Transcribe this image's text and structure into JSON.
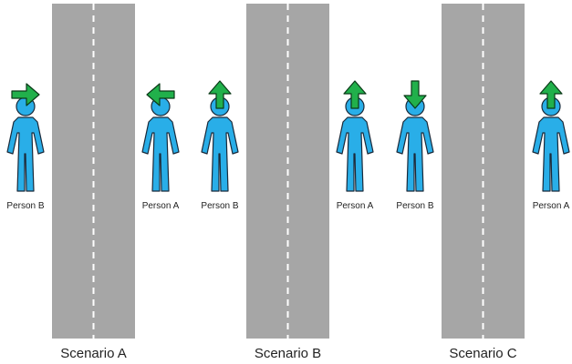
{
  "colors": {
    "road": "#a6a6a6",
    "road_line": "#ffffff",
    "person_fill": "#29aee8",
    "person_stroke": "#1a2a3a",
    "arrow_fill": "#21b04b",
    "arrow_stroke": "#0b3a18"
  },
  "scenarios": [
    {
      "label": "Scenario A",
      "left_person": {
        "label": "Person B",
        "arrow": "right",
        "arrow_icon": "arrow-right-icon"
      },
      "right_person": {
        "label": "Person A",
        "arrow": "left",
        "arrow_icon": "arrow-left-icon"
      }
    },
    {
      "label": "Scenario B",
      "left_person": {
        "label": "Person B",
        "arrow": "up",
        "arrow_icon": "arrow-up-icon"
      },
      "right_person": {
        "label": "Person A",
        "arrow": "up",
        "arrow_icon": "arrow-up-icon"
      }
    },
    {
      "label": "Scenario C",
      "left_person": {
        "label": "Person B",
        "arrow": "down",
        "arrow_icon": "arrow-down-icon"
      },
      "right_person": {
        "label": "Person A",
        "arrow": "up",
        "arrow_icon": "arrow-up-icon"
      }
    }
  ]
}
